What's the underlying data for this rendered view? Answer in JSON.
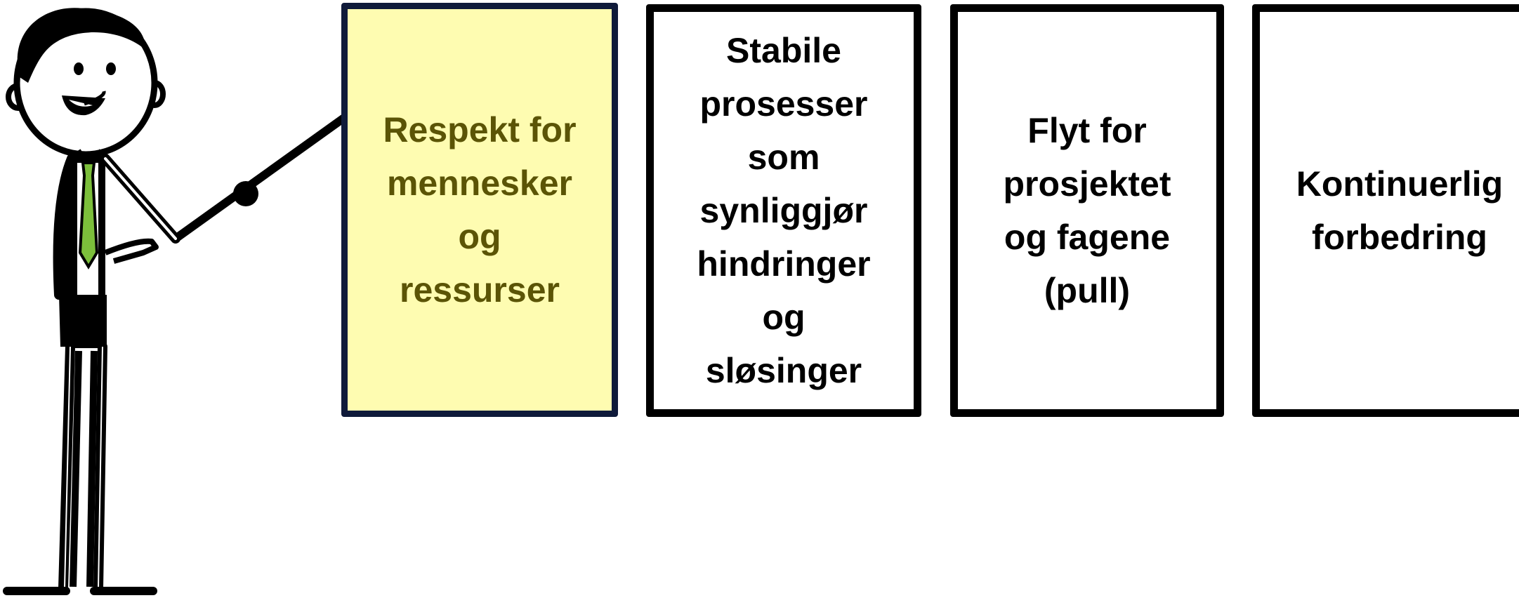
{
  "cards": [
    {
      "id": "card-1",
      "text": "Respekt for\nmennesker\nog\nressurser",
      "highlighted": true
    },
    {
      "id": "card-2",
      "text": "Stabile\nprosesser\nsom\nsynliggjør\nhindringer\nog\nsløsinger",
      "highlighted": false
    },
    {
      "id": "card-3",
      "text": "Flyt for\nprosjektet\nog fagene\n(pull)",
      "highlighted": false
    },
    {
      "id": "card-4",
      "text": "Kontinuerlig\nforbedring",
      "highlighted": false
    }
  ],
  "colors": {
    "highlight_fill": "#fefcb1",
    "highlight_text": "#5b5406",
    "tie": "#7cbf3b",
    "outline": "#000000"
  },
  "figure": {
    "icon": "presenter-with-pointer-icon"
  }
}
